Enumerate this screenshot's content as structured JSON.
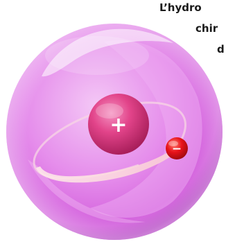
{
  "caption": {
    "line1": "L’hydro",
    "line2": "chir",
    "line3": "d"
  },
  "nucleus": {
    "sign": "+"
  },
  "electron": {
    "sign": "−"
  },
  "colors": {
    "sphere": "#e27ee8",
    "sphere_edge": "#b43fc4",
    "nucleus": "#e0397a",
    "electron": "#e8121a",
    "orbit": "#fbe3e6"
  }
}
